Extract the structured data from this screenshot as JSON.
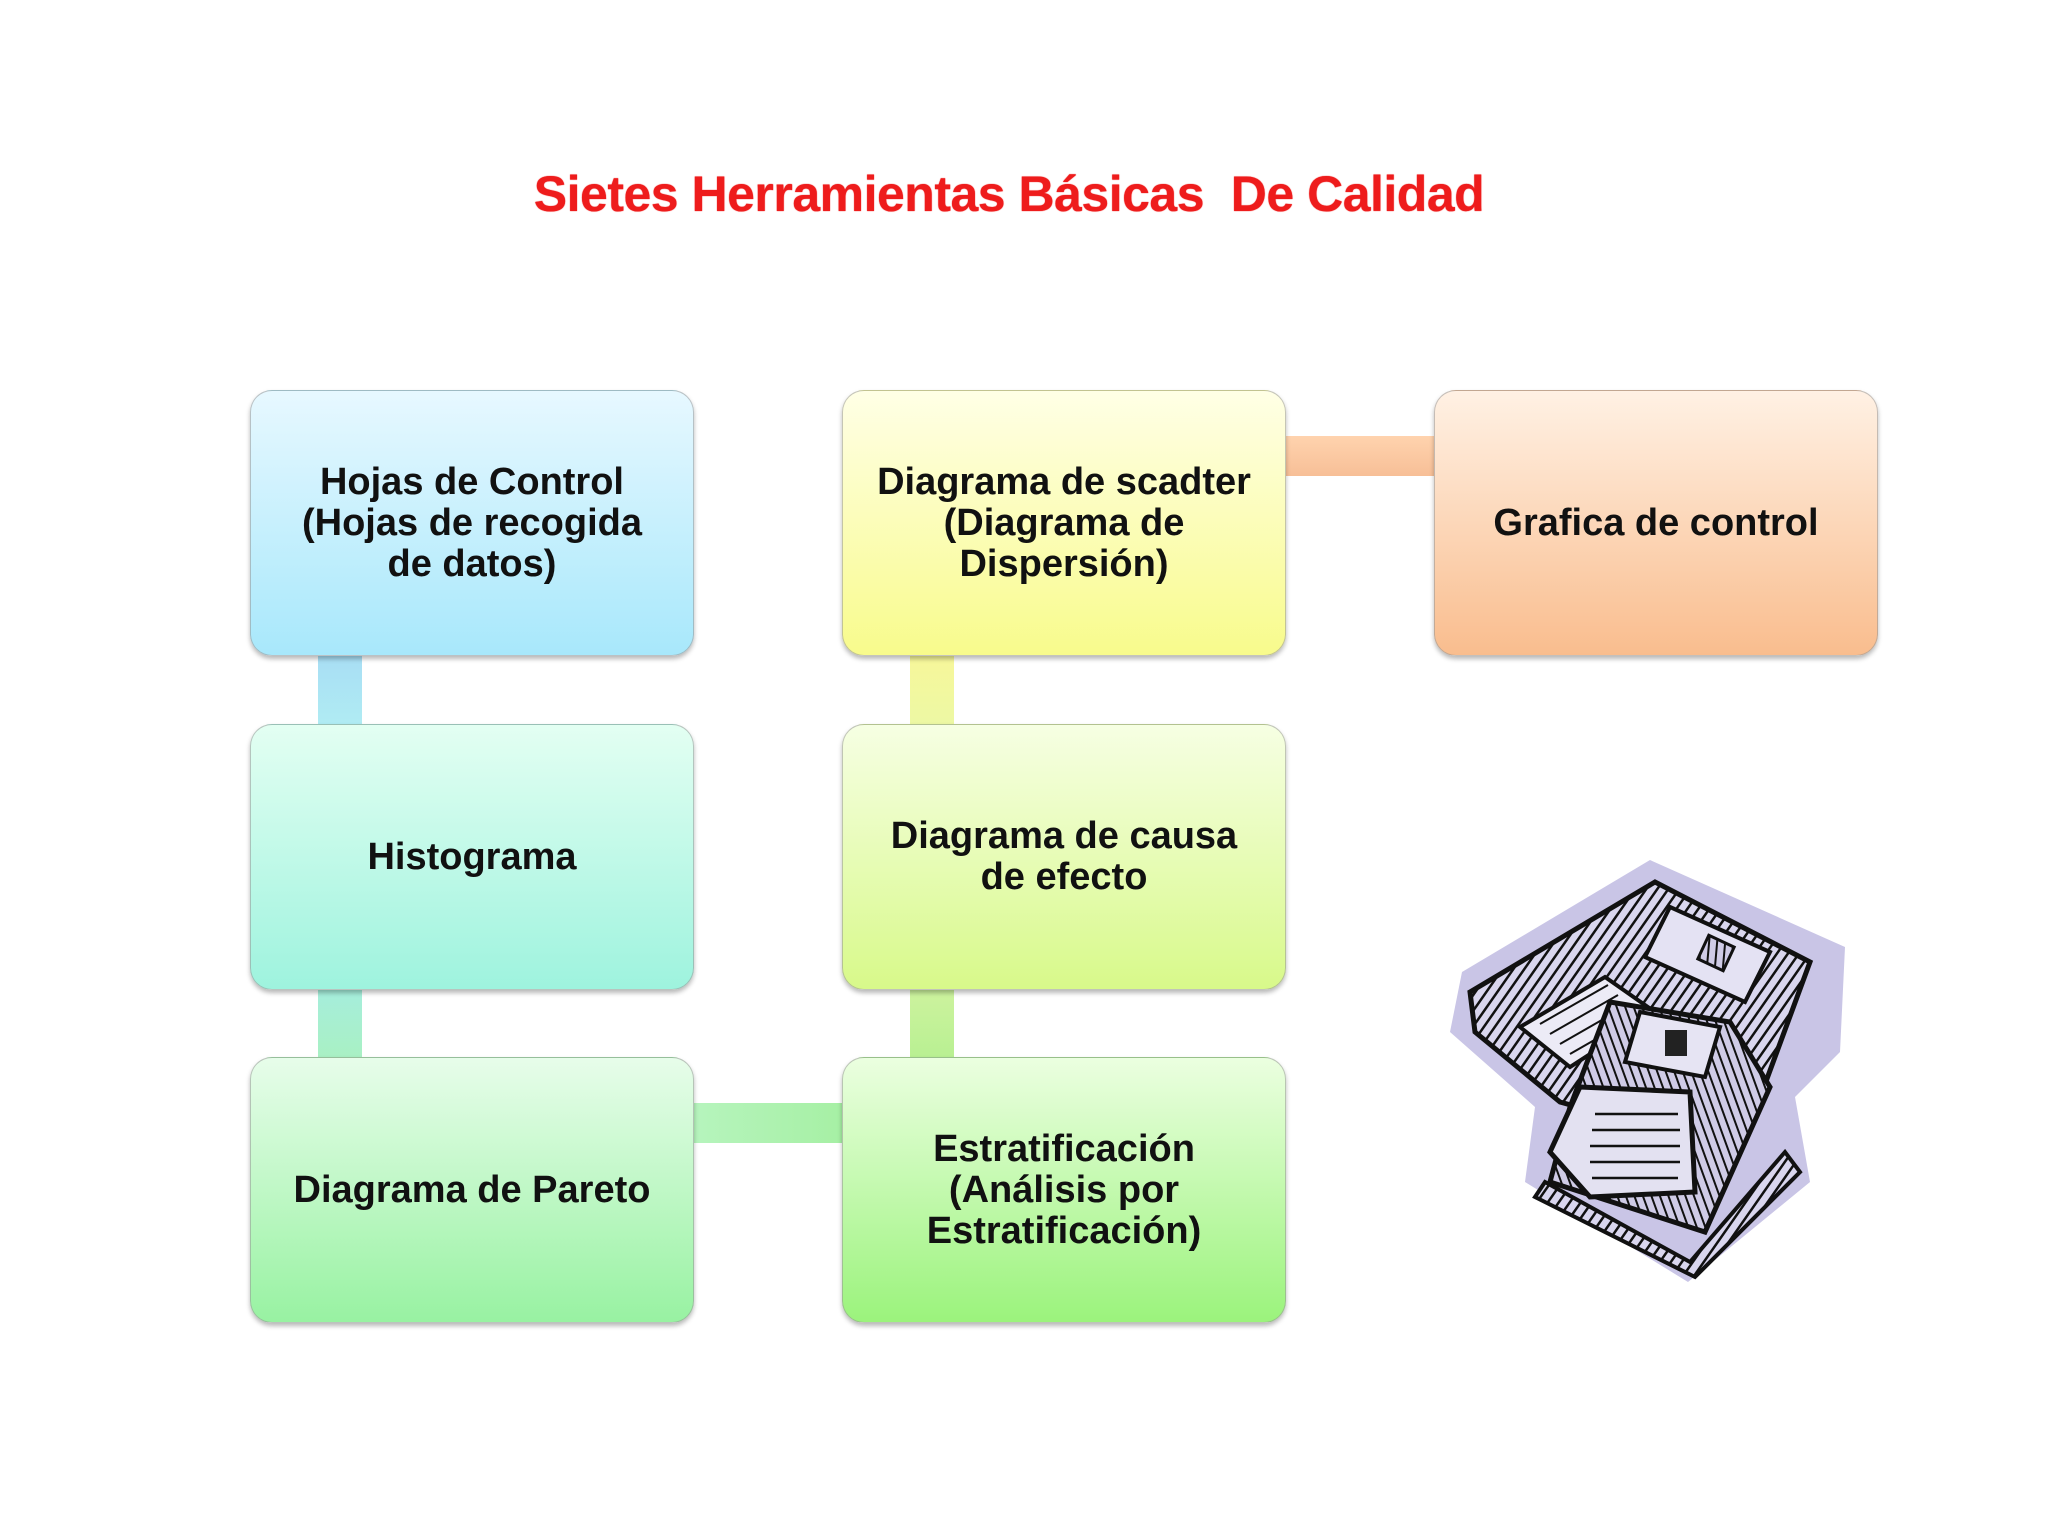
{
  "title": "Sietes Herramientas Básicas  De Calidad",
  "boxes": [
    {
      "label": "Hojas de Control\n(Hojas de recogida\nde datos)"
    },
    {
      "label": "Histograma"
    },
    {
      "label": "Diagrama de Pareto"
    },
    {
      "label": "Estratificación\n(Análisis por\nEstratificación)"
    },
    {
      "label": "Diagrama de causa\nde efecto"
    },
    {
      "label": "Diagrama de scadter\n(Diagrama de\nDispersión)"
    },
    {
      "label": "Grafica de control"
    }
  ],
  "colors": {
    "title": "#ee1c1c",
    "box_1": "#a8e8fb",
    "box_2": "#9ef3de",
    "box_3": "#98f2a2",
    "box_4": "#9bf37c",
    "box_5": "#d8f98a",
    "box_6": "#f8fb8c",
    "box_7": "#f9bd8e"
  },
  "clipart": "floppy-disks-clipart"
}
